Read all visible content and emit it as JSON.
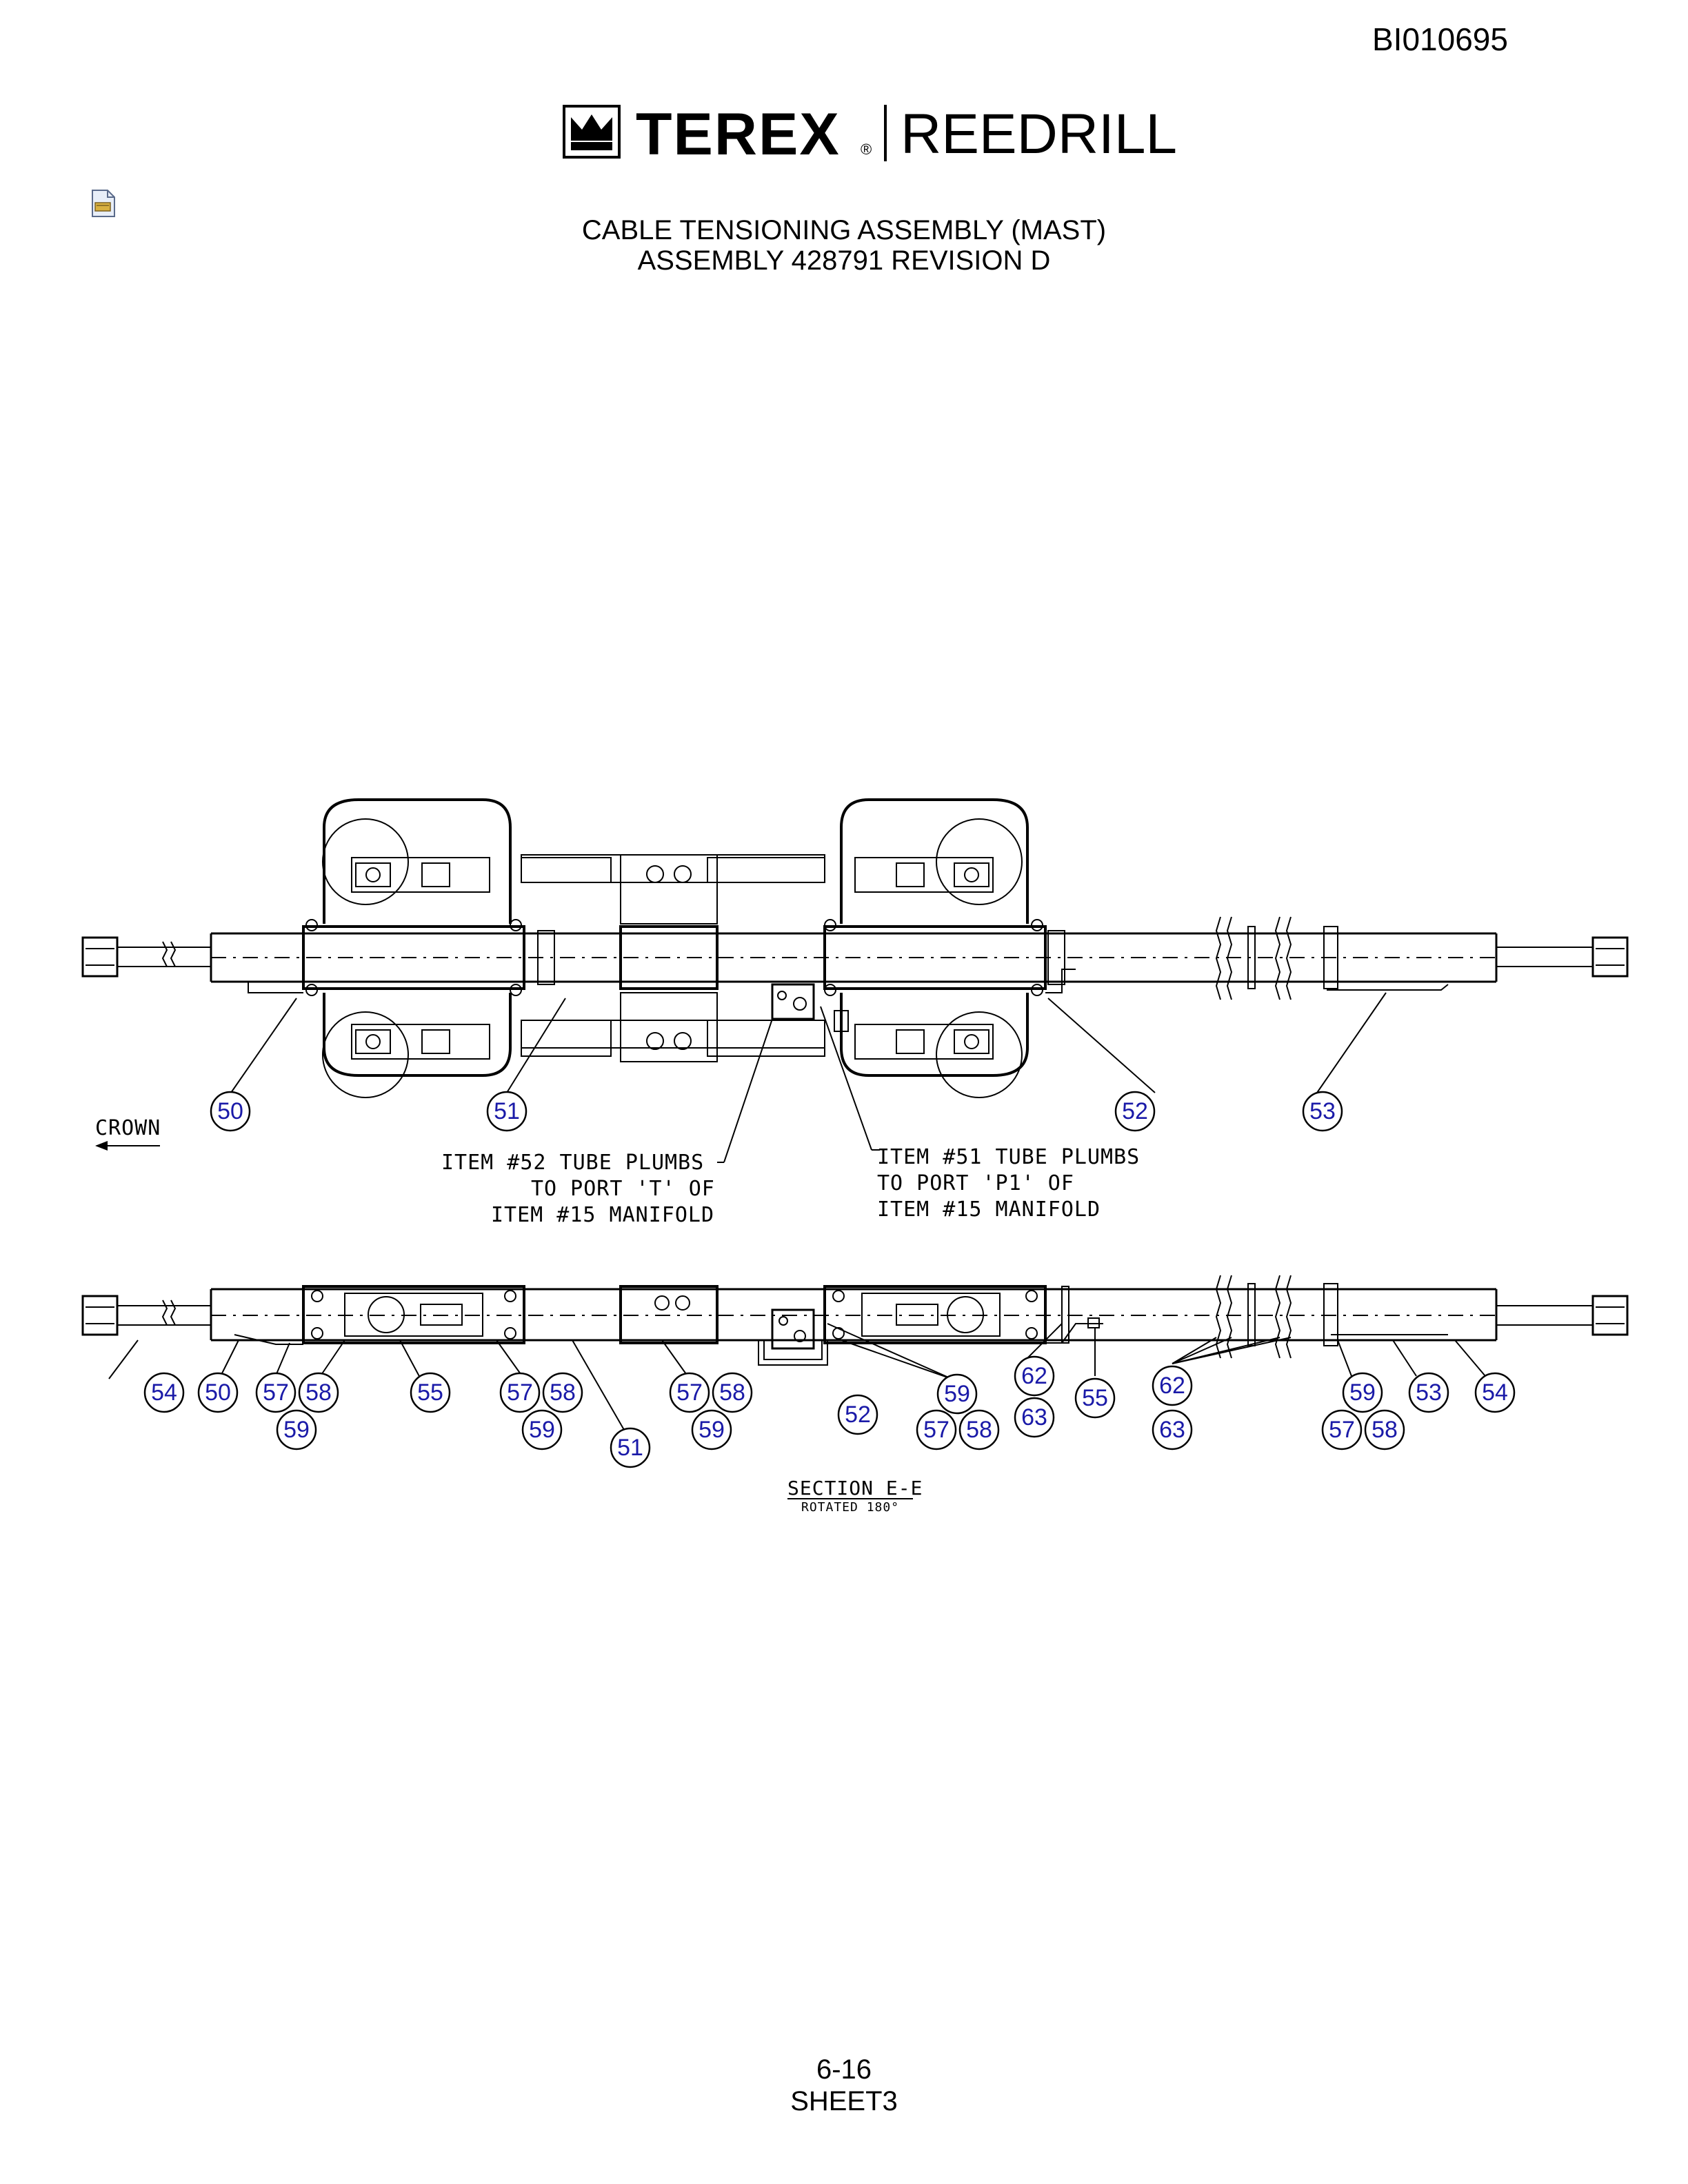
{
  "doc_id": "BI010695",
  "logo": {
    "brand": "TEREX",
    "reg": "®",
    "sub": "REEDRILL"
  },
  "title": {
    "line1": "CABLE TENSIONING ASSEMBLY (MAST)",
    "line2": "ASSEMBLY 428791 REVISION D"
  },
  "icons": {
    "file": "document-icon"
  },
  "top_view": {
    "crown_label": "CROWN",
    "callouts": [
      "50",
      "51",
      "52",
      "53"
    ],
    "note_left": [
      "ITEM #52 TUBE PLUMBS",
      "TO PORT 'T' OF",
      "ITEM #15 MANIFOLD"
    ],
    "note_right": [
      "ITEM #51 TUBE PLUMBS",
      "TO PORT 'P1' OF",
      "ITEM #15 MANIFOLD"
    ]
  },
  "section_view": {
    "callouts": [
      "54",
      "50",
      "57",
      "58",
      "59",
      "55",
      "57",
      "58",
      "59",
      "51",
      "57",
      "58",
      "59",
      "52",
      "59",
      "57",
      "58",
      "62",
      "63",
      "55",
      "62",
      "63",
      "59",
      "57",
      "58",
      "53",
      "54"
    ],
    "section_label": "SECTION E-E",
    "section_sub": "ROTATED 180°"
  },
  "footer": {
    "page": "6-16",
    "sheet": "SHEET3"
  }
}
